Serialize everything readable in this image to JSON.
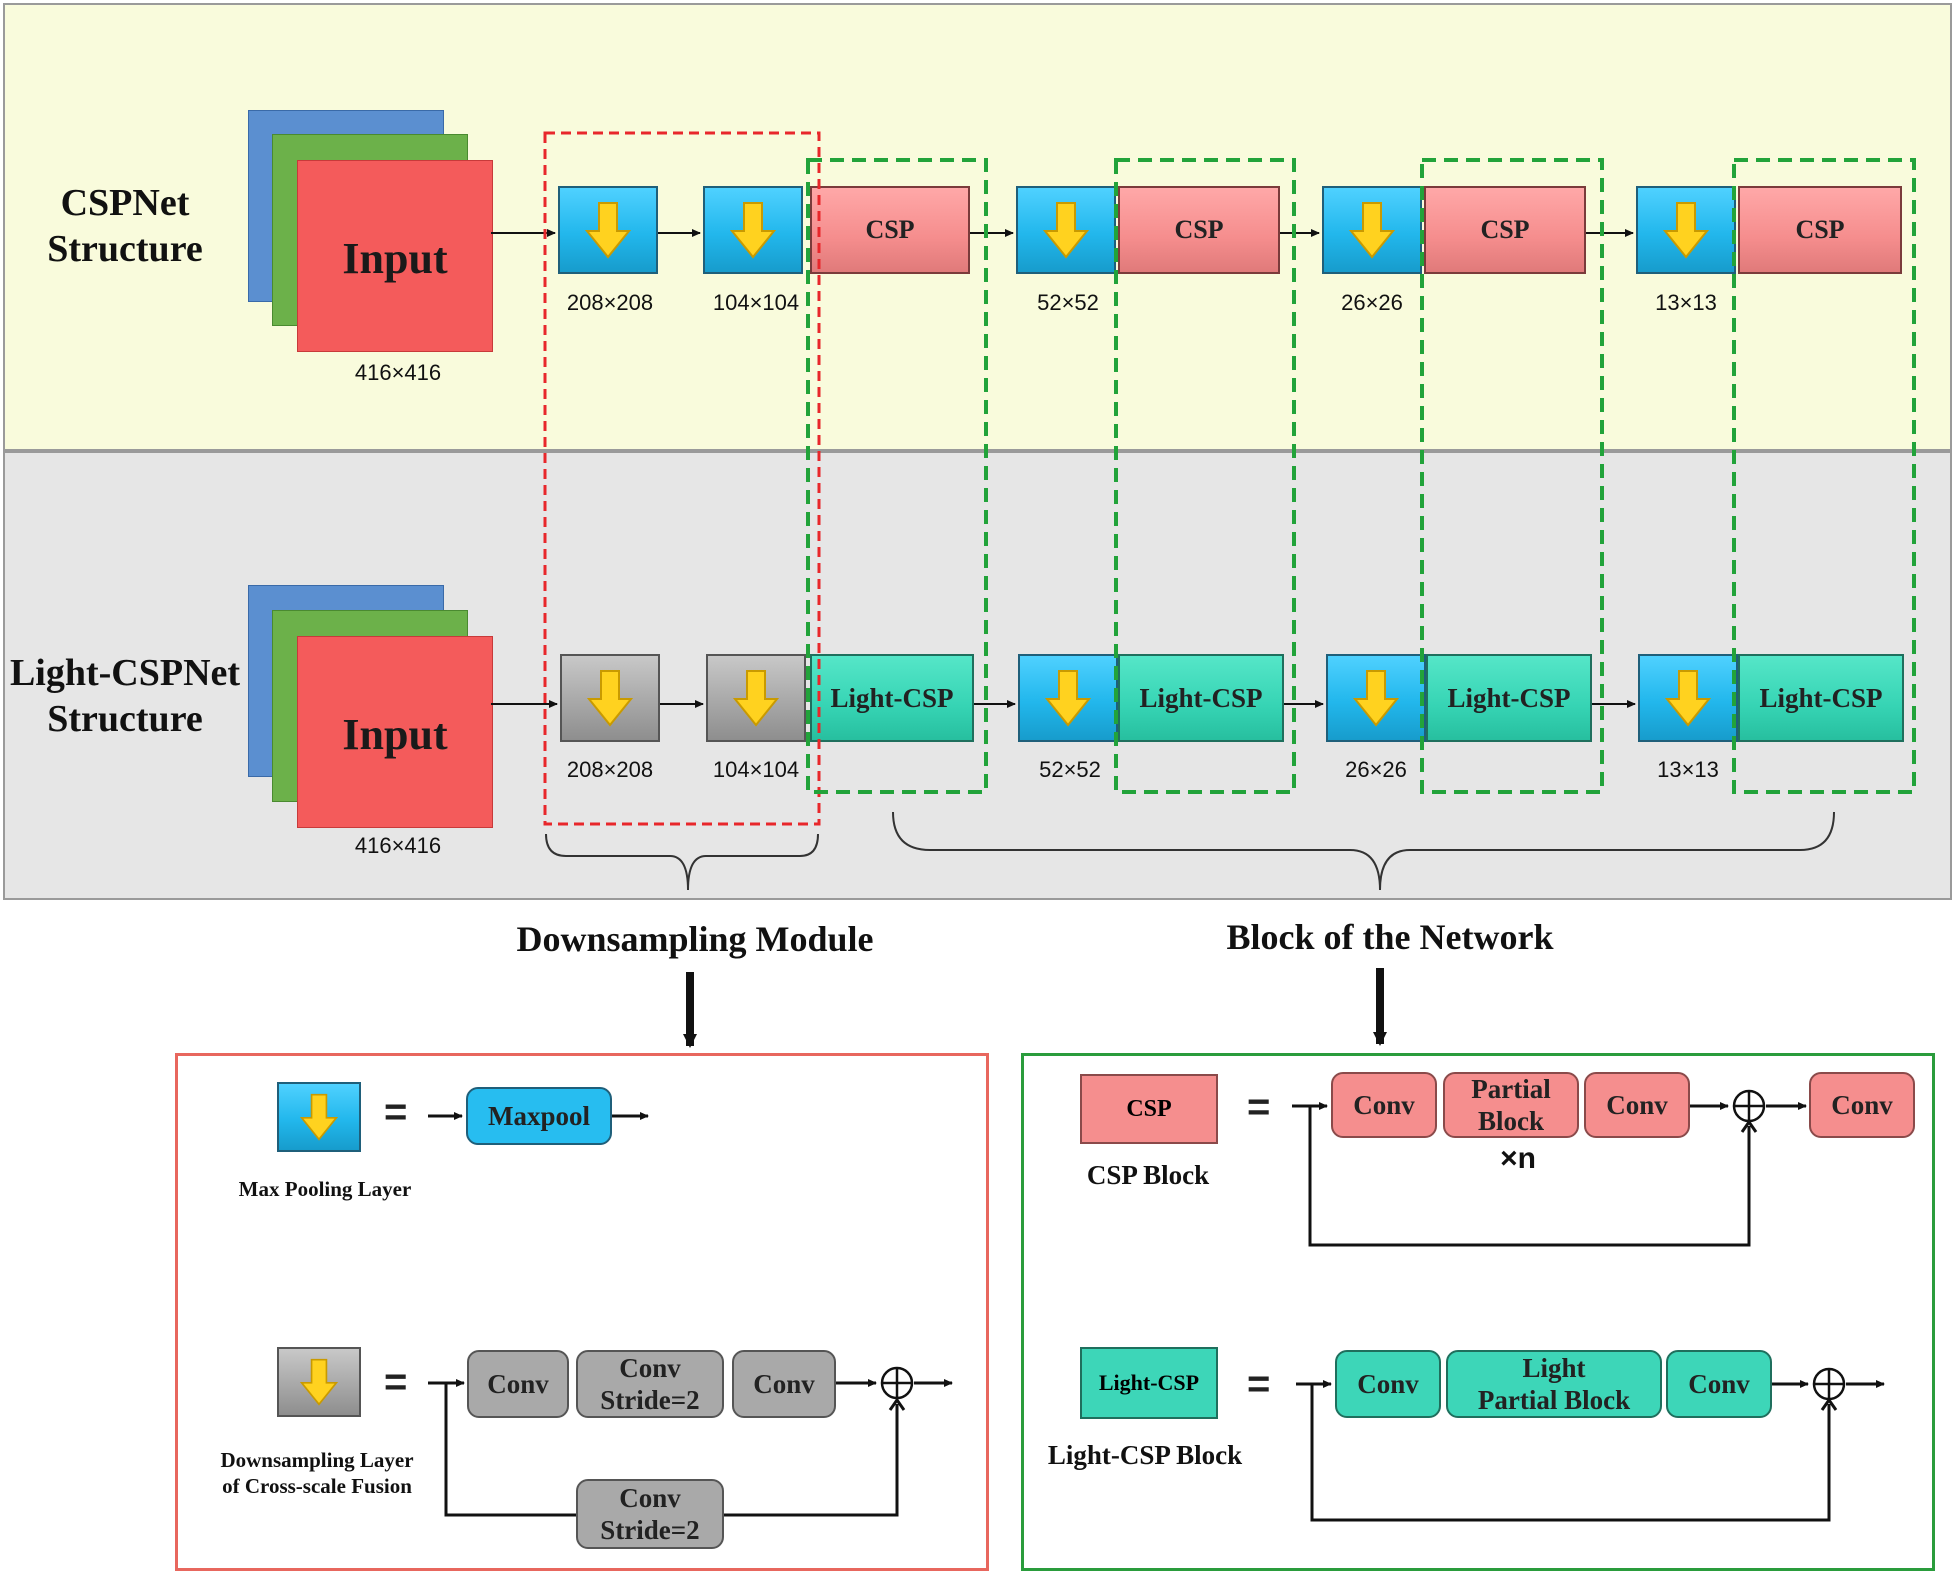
{
  "rows": {
    "top_label": "CSPNet\nStructure",
    "bottom_label": "Light-CSPNet\nStructure",
    "input_label": "Input",
    "input_size": "416×416"
  },
  "top_row": {
    "dims": [
      "208×208",
      "104×104",
      "52×52",
      "26×26",
      "13×13"
    ],
    "block_label": "CSP"
  },
  "bottom_row": {
    "dims": [
      "208×208",
      "104×104",
      "52×52",
      "26×26",
      "13×13"
    ],
    "block_label": "Light-CSP"
  },
  "modules": {
    "downsampling_title": "Downsampling Module",
    "block_title": "Block of the Network"
  },
  "downsampling_panel": {
    "maxpool_label": "Maxpool",
    "maxpool_caption": "Max Pooling Layer",
    "conv1": "Conv",
    "conv_stride": "Conv\nStride=2",
    "conv3": "Conv",
    "skip_conv": "Conv\nStride=2",
    "fusion_caption": "Downsampling Layer\nof Cross-scale Fusion",
    "equals": "="
  },
  "block_panel": {
    "csp_icon": "CSP",
    "csp_caption": "CSP Block",
    "csp_conv1": "Conv",
    "partial_block": "Partial\nBlock",
    "csp_conv2": "Conv",
    "csp_conv3": "Conv",
    "repeat": "×n",
    "lcsp_icon": "Light-CSP",
    "lcsp_caption": "Light-CSP Block",
    "lcsp_conv1": "Conv",
    "light_partial": "Light\nPartial Block",
    "lcsp_conv2": "Conv",
    "equals": "="
  },
  "colors": {
    "top_bg": "#f9fbdc",
    "bottom_bg": "#e6e6e6",
    "red_dashed": "#e8272b",
    "green_dashed": "#22a33a",
    "ds_panel_border": "#e8675e",
    "block_panel_border": "#2a9c3c"
  }
}
